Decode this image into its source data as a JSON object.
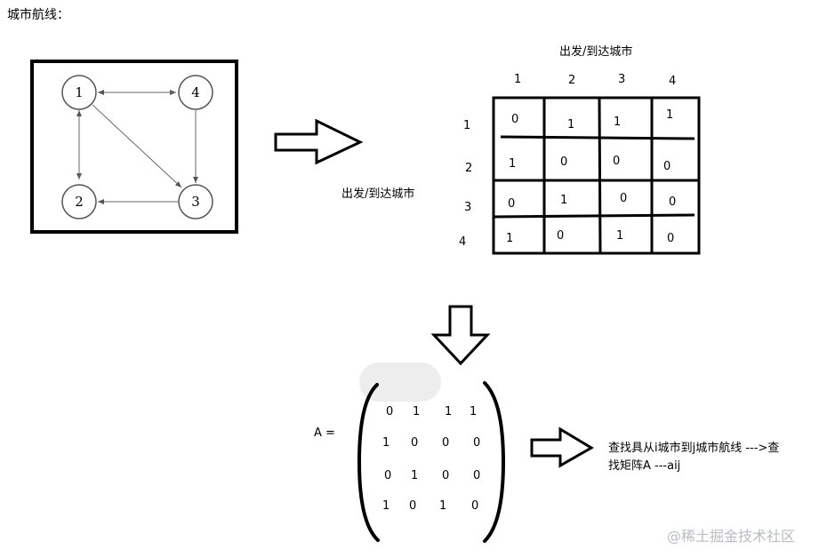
{
  "title": "城市航线：",
  "graph": {
    "nodes": [
      "1",
      "4",
      "2",
      "3"
    ]
  },
  "arrow_label": "出发/到达城市",
  "table_title": "出发/到达城市",
  "table": {
    "col_headers": [
      "1",
      "2",
      "3",
      "4"
    ],
    "row_headers": [
      "1",
      "2",
      "3",
      "4"
    ],
    "rows": [
      [
        "0",
        "1",
        "1",
        "1"
      ],
      [
        "1",
        "0",
        "0",
        "0"
      ],
      [
        "0",
        "1",
        "0",
        "0"
      ],
      [
        "1",
        "0",
        "1",
        "0"
      ]
    ]
  },
  "matrix_label": "A =",
  "matrix": [
    [
      "0",
      "1",
      "1",
      "1"
    ],
    [
      "1",
      "0",
      "0",
      "0"
    ],
    [
      "0",
      "1",
      "0",
      "0"
    ],
    [
      "1",
      "0",
      "1",
      "0"
    ]
  ],
  "note": {
    "line1": "查找具从i城市到j城市航线 --->查",
    "line2": "找矩阵A ---aij"
  },
  "watermark": "@稀土掘金技术社区"
}
